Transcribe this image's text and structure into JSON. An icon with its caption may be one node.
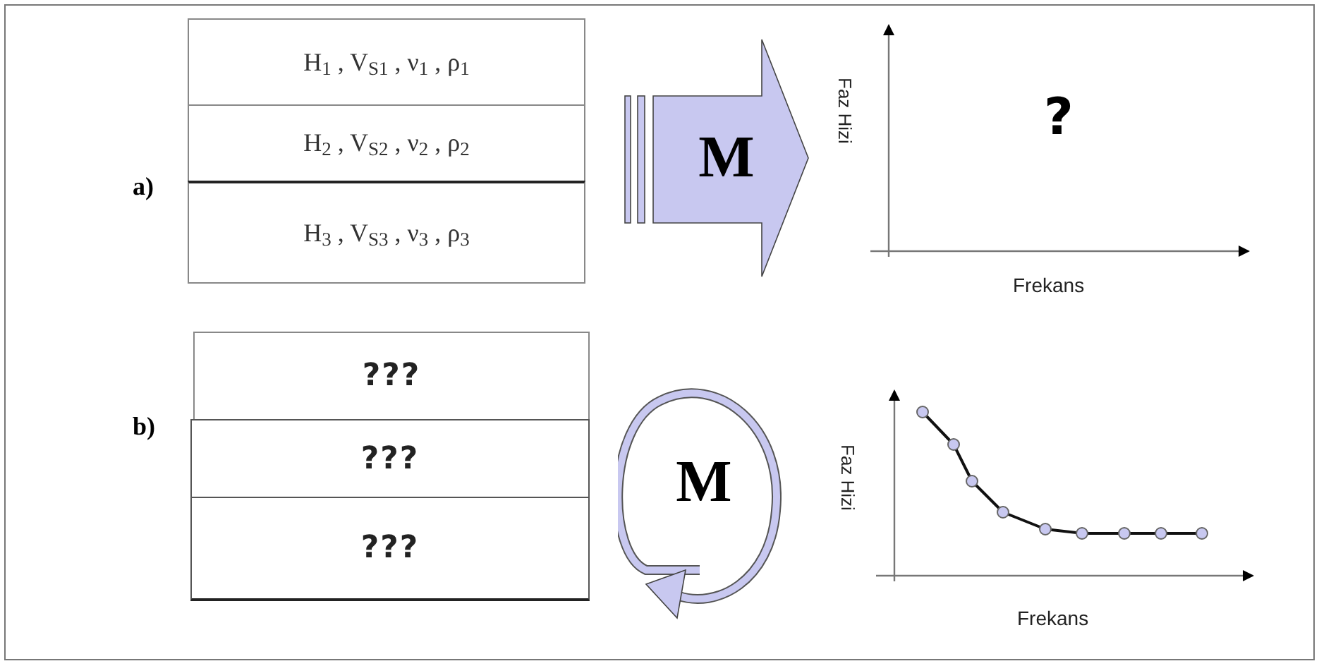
{
  "diagram": {
    "nodes": [
      {
        "text": [
          "H$_{1}$ , V$_{S1}$ , ν$_{1}$ , ρ$_{1}$"
        ]
      },
      {
        "text": [
          "H$_{2}$ , V$_{S2}$ , ν$_{2}$ , ρ$_{2}$"
        ]
      },
      {
        "text": [
          "H$_{3}$ , V$_{S3}$ , ν$_{3}$ , ρ$_{3}$"
        ]
      },
      {
        "text": [
          "M"
        ]
      },
      {
        "text": [
          "???"
        ]
      },
      {
        "text": [
          "???"
        ]
      },
      {
        "text": [
          "???"
        ]
      },
      {
        "text": [
          "M"
        ]
      }
    ],
    "labels": [
      "a)",
      "Faz Hizi",
      "?",
      "Frekans",
      "b)",
      "Faz Hizi",
      "Frekans"
    ]
  }
}
